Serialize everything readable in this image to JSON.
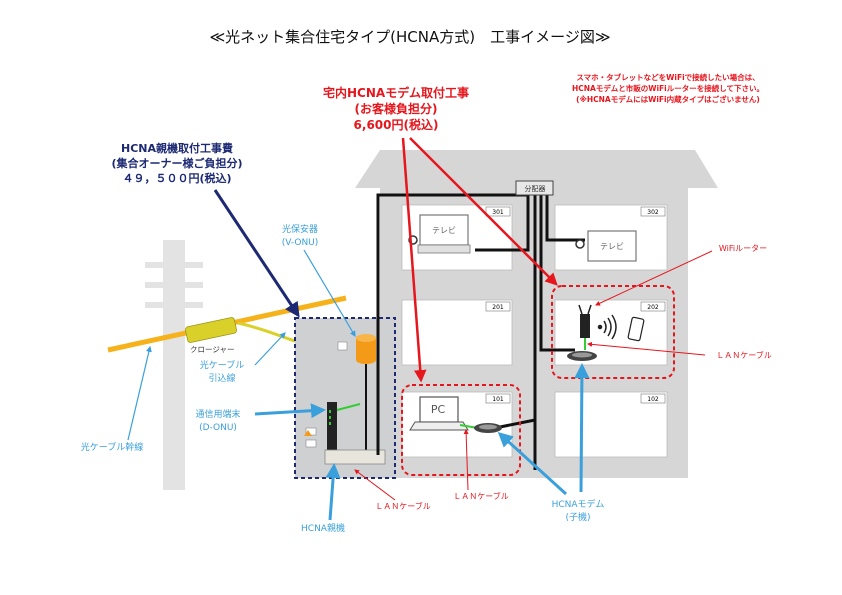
{
  "title": "≪光ネット集合住宅タイプ(HCNA方式)　工事イメージ図≫",
  "owner_cost": {
    "line1": "HCNA親機取付工事費",
    "line2": "(集合オーナー様ご負担分)",
    "line3": "４９，５００円(税込)"
  },
  "modem_cost": {
    "line1": "宅内HCNAモデム取付工事",
    "line2": "(お客様負担分)",
    "line3": "6,600円(税込)"
  },
  "wifi_note": {
    "line1": "スマホ・タブレットなどをWiFiで接続したい場合は、",
    "line2": "HCNAモデムと市販のWiFiルーターを接続して下さい。",
    "line3": "(※HCNAモデムにはWiFi内蔵タイプはございません)"
  },
  "labels": {
    "splitter": "分配器",
    "tv": "テレビ",
    "pc": "PC",
    "closure": "クロージャー",
    "onu_line1": "光保安器",
    "onu_line2": "(V-ONU)",
    "drop_line1": "光ケーブル",
    "drop_line2": "引込線",
    "donu_line1": "通信用端末",
    "donu_line2": "(D-ONU)",
    "trunk": "光ケーブル幹線",
    "hcna_master": "HCNA親機",
    "wifi_router": "WiFiルーター",
    "lan_cable": "ＬＡＮケーブル",
    "modem_line1": "HCNAモデム",
    "modem_line2": "(子機)"
  },
  "rooms": [
    "301",
    "302",
    "201",
    "202",
    "101",
    "102"
  ],
  "colors": {
    "red": "#e6161d",
    "navy": "#1d2a73",
    "blue": "#3aa0db",
    "fiber_yellow": "#f5b21b",
    "building": "#d6d6d6"
  },
  "icons": [
    "building-icon",
    "utility-pole-icon",
    "tv-icon",
    "pc-icon",
    "router-icon",
    "smartphone-icon",
    "wifi-signal-icon",
    "modem-icon",
    "onu-icon",
    "splitter-icon"
  ]
}
